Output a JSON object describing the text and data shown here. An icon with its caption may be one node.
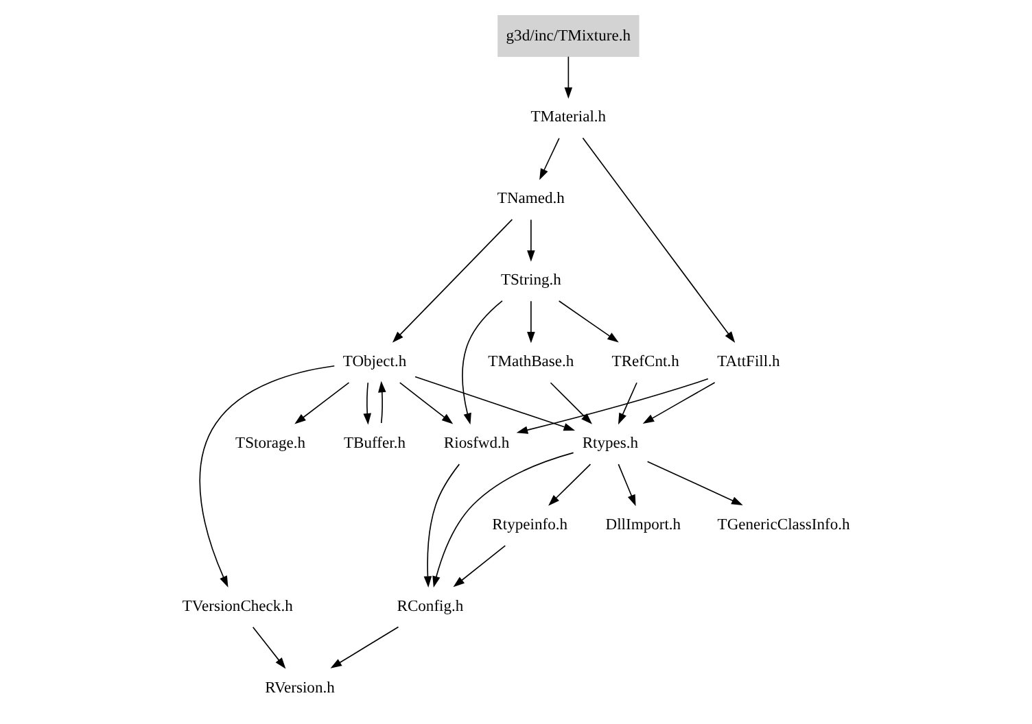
{
  "diagram": {
    "nodes": [
      {
        "text": [
          "g3d/inc/TMixture.h"
        ]
      },
      {
        "text": [
          "TMaterial.h"
        ]
      },
      {
        "text": [
          "TNamed.h"
        ]
      },
      {
        "text": [
          "TAttFill.h"
        ]
      },
      {
        "text": [
          "TString.h"
        ]
      },
      {
        "text": [
          "TObject.h"
        ]
      },
      {
        "text": [
          "Riosfwd.h"
        ]
      },
      {
        "text": [
          "TMathBase.h"
        ]
      },
      {
        "text": [
          "TRefCnt.h"
        ]
      },
      {
        "text": [
          "TBuffer.h"
        ]
      },
      {
        "text": [
          "TStorage.h"
        ]
      },
      {
        "text": [
          "Rtypes.h"
        ]
      },
      {
        "text": [
          "TVersionCheck.h"
        ]
      },
      {
        "text": [
          "Rtypeinfo.h"
        ]
      },
      {
        "text": [
          "DllImport.h"
        ]
      },
      {
        "text": [
          "TGenericClassInfo.h"
        ]
      },
      {
        "text": [
          "RConfig.h"
        ]
      },
      {
        "text": [
          "RVersion.h"
        ]
      }
    ],
    "edges": [
      {
        "from": 0,
        "to": 1,
        "arrow": "to"
      },
      {
        "from": 1,
        "to": 3,
        "arrow": "to"
      },
      {
        "from": 1,
        "to": 2,
        "arrow": "to"
      },
      {
        "from": 2,
        "to": 4,
        "arrow": "to"
      },
      {
        "from": 2,
        "to": 5,
        "arrow": "to"
      },
      {
        "from": 3,
        "to": 6,
        "arrow": "to"
      },
      {
        "from": 3,
        "to": 11,
        "arrow": "to"
      },
      {
        "from": 4,
        "to": 6,
        "arrow": "to"
      },
      {
        "from": 4,
        "to": 7,
        "arrow": "to"
      },
      {
        "from": 4,
        "to": 8,
        "arrow": "to"
      },
      {
        "from": 5,
        "to": 6,
        "arrow": "to"
      },
      {
        "from": 5,
        "to": 9,
        "arrow": "to"
      },
      {
        "from": 9,
        "to": 5,
        "arrow": "to"
      },
      {
        "from": 5,
        "to": 10,
        "arrow": "to"
      },
      {
        "from": 5,
        "to": 11,
        "arrow": "to"
      },
      {
        "from": 5,
        "to": 12,
        "arrow": "to"
      },
      {
        "from": 7,
        "to": 11,
        "arrow": "to"
      },
      {
        "from": 8,
        "to": 11,
        "arrow": "to"
      },
      {
        "from": 11,
        "to": 13,
        "arrow": "to"
      },
      {
        "from": 11,
        "to": 14,
        "arrow": "to"
      },
      {
        "from": 11,
        "to": 15,
        "arrow": "to"
      },
      {
        "from": 11,
        "to": 16,
        "arrow": "to"
      },
      {
        "from": 6,
        "to": 16,
        "arrow": "to"
      },
      {
        "from": 13,
        "to": 16,
        "arrow": "to"
      },
      {
        "from": 12,
        "to": 17,
        "arrow": "to"
      },
      {
        "from": 16,
        "to": 17,
        "arrow": "to"
      }
    ]
  }
}
